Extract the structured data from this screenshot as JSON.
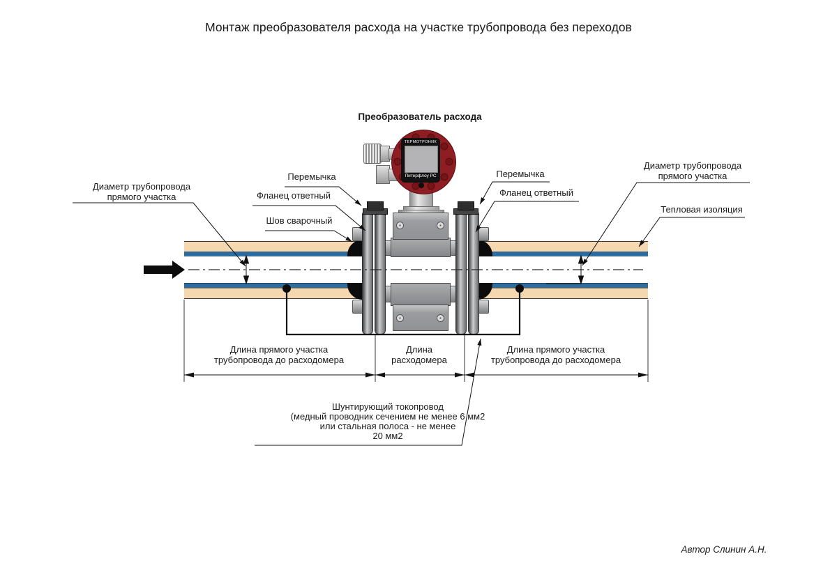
{
  "title": "Монтаж преобразователя расхода на участке трубопровода без переходов",
  "device": {
    "caption": "Преобразователь расхода",
    "display_brand": "ТЕРМОТРОНИК",
    "display_model": "Питерфлоу РС"
  },
  "callouts": {
    "diameter_left_line1": "Диаметр трубопровода",
    "diameter_left_line2": "прямого участка",
    "jumper_left": "Перемычка",
    "counter_flange_left": "Фланец ответный",
    "weld_seam": "Шов сварочный",
    "jumper_right": "Перемычка",
    "counter_flange_right": "Фланец ответный",
    "diameter_right_line1": "Диаметр трубопровода",
    "diameter_right_line2": "прямого участка",
    "thermal_insulation": "Тепловая изоляция"
  },
  "dimensions": {
    "straight_left_line1": "Длина прямого участка",
    "straight_left_line2": "трубопровода до расходомера",
    "meter_line1": "Длина",
    "meter_line2": "расходомера",
    "straight_right_line1": "Длина прямого участка",
    "straight_right_line2": "трубопровода до расходомера"
  },
  "shunt_note": {
    "line1": "Шунтирующий токопровод",
    "line2": "(медный проводник сечением не менее 6 мм2",
    "line3": "или стальная полоса - не менее",
    "line4": "20 мм2"
  },
  "author": "Автор Слинин А.Н.",
  "colors": {
    "insulation": "#f5d8b0",
    "pipe_wall": "#2e6d9e",
    "device_head": "#8e1e23",
    "line": "#1a1a1a"
  }
}
